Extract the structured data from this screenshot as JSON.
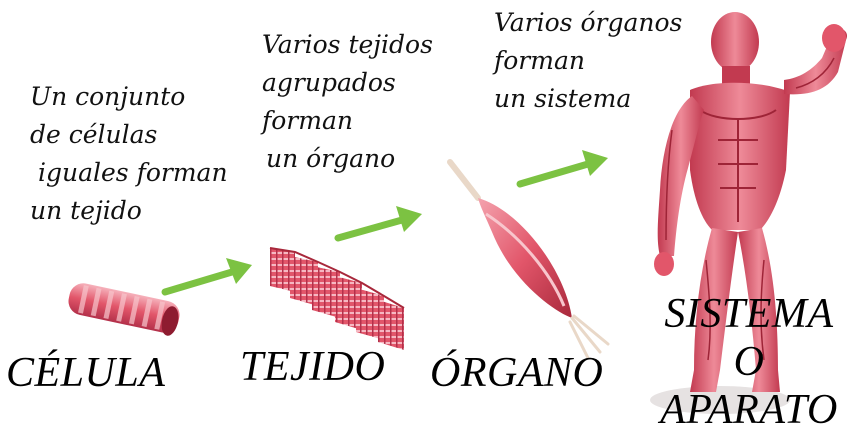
{
  "steps": [
    {
      "lines": [
        "Un conjunto",
        "de células",
        "iguales forman",
        "un tejido"
      ]
    },
    {
      "lines": [
        "Varios tejidos",
        "agrupados",
        "forman",
        "un órgano"
      ]
    },
    {
      "lines": [
        "Varios órganos",
        "forman",
        "un sistema"
      ]
    }
  ],
  "stages": {
    "cell": "CÉLULA",
    "tissue": "TEJIDO",
    "organ": "ÓRGANO",
    "system": [
      "SISTEMA",
      "O",
      "APARATO"
    ]
  },
  "colors": {
    "arrow": "#7cc242",
    "muscle": "#e2566a",
    "muscle_light": "#f4a3ae",
    "muscle_dark": "#a8283b",
    "text": "#111111"
  },
  "icons": [
    "muscle-cell-icon",
    "muscle-tissue-icon",
    "muscle-organ-icon",
    "muscular-system-figure-icon"
  ]
}
